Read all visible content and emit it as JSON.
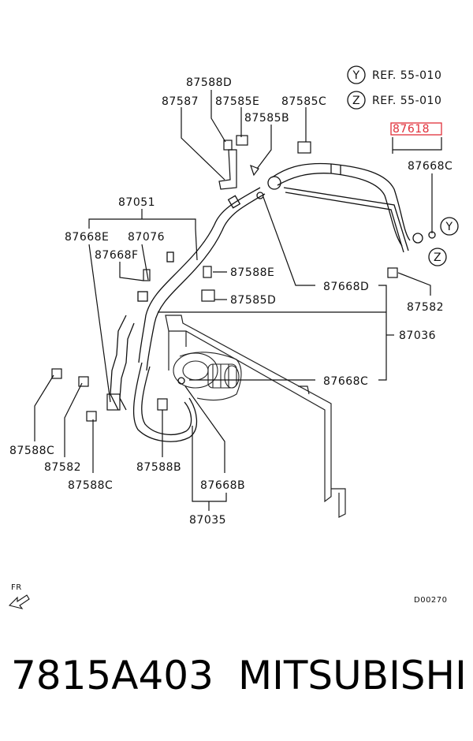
{
  "refs": [
    {
      "letter": "Y",
      "text": "REF. 55-010"
    },
    {
      "letter": "Z",
      "text": "REF. 55-010"
    }
  ],
  "labels": {
    "l87588D": "87588D",
    "l87587": "87587",
    "l87585E": "87585E",
    "l87585C": "87585C",
    "l87585B": "87585B",
    "l87618": "87618",
    "l87668C_top": "87668C",
    "l87051": "87051",
    "l87668E": "87668E",
    "l87076": "87076",
    "l87668F": "87668F",
    "l87588E": "87588E",
    "l87585D": "87585D",
    "l87668D": "87668D",
    "l87582_right": "87582",
    "l87036": "87036",
    "l87668C_mid": "87668C",
    "l87588C_left": "87588C",
    "l87582_left": "87582",
    "l87588C_low": "87588C",
    "l87588B": "87588B",
    "l87668B": "87668B",
    "l87035": "87035",
    "callY": "Y",
    "callZ": "Z",
    "fr": "FR",
    "diagram_code": "D00270"
  },
  "highlight_color": "#e0303a",
  "footer": {
    "part_number": "7815A403",
    "manufacturer": "MITSUBISHI"
  }
}
